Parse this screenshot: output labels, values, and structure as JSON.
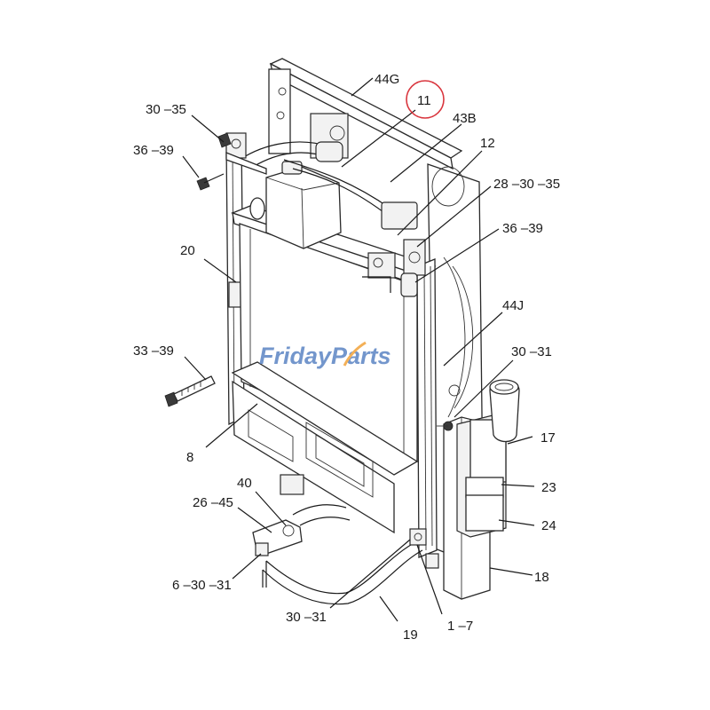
{
  "callouts": [
    {
      "id": "44G",
      "text": "44G"
    },
    {
      "id": "11",
      "text": "11"
    },
    {
      "id": "43B",
      "text": "43B"
    },
    {
      "id": "30-35-top",
      "text": "30 –35"
    },
    {
      "id": "36-39-left",
      "text": "36 –39"
    },
    {
      "id": "12",
      "text": "12"
    },
    {
      "id": "28-30-35",
      "text": "28 –30 –35"
    },
    {
      "id": "36-39-right",
      "text": "36 –39"
    },
    {
      "id": "20",
      "text": "20"
    },
    {
      "id": "44J",
      "text": "44J"
    },
    {
      "id": "33-39",
      "text": "33 –39"
    },
    {
      "id": "30-31-right",
      "text": "30 –31"
    },
    {
      "id": "17",
      "text": "17"
    },
    {
      "id": "8",
      "text": "8"
    },
    {
      "id": "23",
      "text": "23"
    },
    {
      "id": "40",
      "text": "40"
    },
    {
      "id": "26-45",
      "text": "26 –45"
    },
    {
      "id": "24",
      "text": "24"
    },
    {
      "id": "6-30-31",
      "text": "6 –30 –31"
    },
    {
      "id": "18",
      "text": "18"
    },
    {
      "id": "30-31-bottom",
      "text": "30 –31"
    },
    {
      "id": "1-7",
      "text": "1 –7"
    },
    {
      "id": "19",
      "text": "19"
    }
  ],
  "highlight": {
    "callout": "11",
    "color": "#d9363e"
  },
  "watermark": {
    "part1": "Friday",
    "part2": "Parts",
    "color_part1": "#5b84c4",
    "color_part2": "#5b84c4",
    "accent_color": "#f2a33a"
  }
}
